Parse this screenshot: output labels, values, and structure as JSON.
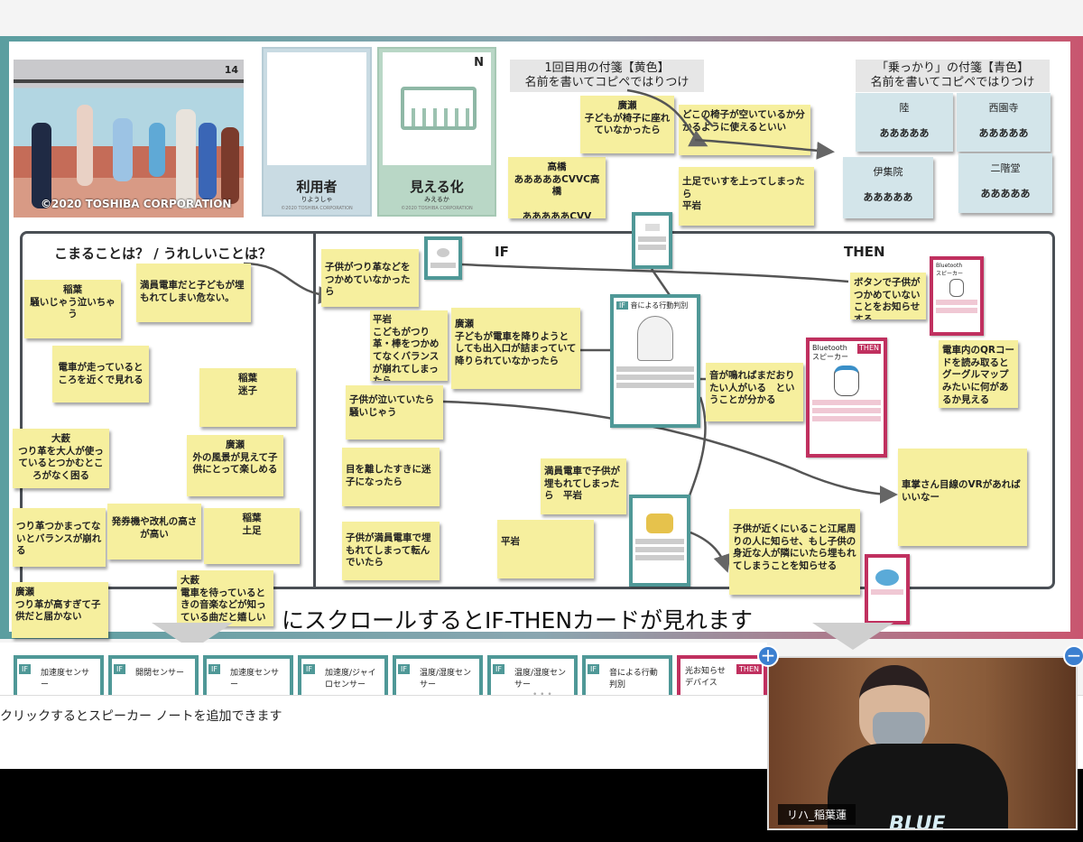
{
  "slide": {
    "train_image": {
      "number": "14",
      "copyright": "©2020 TOSHIBA CORPORATION"
    },
    "cards_top": [
      {
        "title": "利用者",
        "reading": "りようしゃ",
        "copyright": "©2020 TOSHIBA CORPORATION"
      },
      {
        "title": "見える化",
        "reading": "みえるか",
        "corner": "N",
        "copyright": "©2020 TOSHIBA CORPORATION"
      }
    ],
    "header_yellow": "1回目用の付箋【黄色】\n名前を書いてコピペではりつけ",
    "header_blue": "「乗っかり」の付箋【青色】\n名前を書いてコピペではりつけ",
    "top_notes": [
      {
        "text": "高橋\nあああああCVVC高橋\n\nあああああCVV"
      },
      {
        "text": "廣瀬\n子どもが椅子に座れていなかったら"
      },
      {
        "text": "どこの椅子が空いているか分かるように使えるといい"
      },
      {
        "text": "土足でいすを上ってしまったら\n平岩"
      }
    ],
    "blue_notes": [
      {
        "name": "陸",
        "text": "あああああ"
      },
      {
        "name": "西園寺",
        "text": "あああああ"
      },
      {
        "name": "伊集院",
        "text": "あああああ"
      },
      {
        "name": "二階堂",
        "text": "あああああ"
      }
    ],
    "board": {
      "left_heading": "こまることは？ / うれしいことは？",
      "if_heading": "IF",
      "then_heading": "THEN",
      "left_notes": [
        "稲葉\n騒いじゃう泣いちゃう",
        "満員電車だと子どもが埋もれてしまい危ない。",
        "電車が走っているところを近くで見れる",
        "稲葉\n迷子",
        "大薮\nつり革を大人が使っているとつかむところがなく困る",
        "廣瀬\n外の風景が見えて子供にとって楽しめる",
        "つり革つかまってないとバランスが崩れる",
        "発券機や改札の高さが高い",
        "稲葉\n土足",
        "廣瀬\nつり革が高すぎて子供だと届かない",
        "大薮\n電車を待っているときの音楽などが知っている曲だと嬉しい"
      ],
      "if_notes": [
        "子供がつり革などをつかめていなかったら",
        "平岩\nこどもがつり革・棒をつかめてなくバランスが崩れてしまったら",
        "廣瀬\n子どもが電車を降りようとしても出入口が詰まっていて降りられていなかったら",
        "子供が泣いていたら騒いじゃう",
        "目を離したすきに迷子になったら",
        "子供が満員電車で埋もれてしまって転んでいたら",
        "満員電車で子供が埋もれてしまったら　平岩",
        "平岩"
      ],
      "then_notes": [
        "ボタンで子供がつかめていないことをお知らせする",
        "音が鳴ればまだおりたい人がいる　ということが分かる",
        "電車内のQRコードを読み取るとグーグルマップみたいに何があるか見える",
        "車掌さん目線のVRがあればいいなー",
        "子供が近くにいること江尾周りの人に知らせ、もし子供の身近な人が隣にいたら埋もれてしまうことを知らせる"
      ],
      "if_card_main": {
        "tag": "IF",
        "title": "音による行動判別"
      },
      "then_card_main": {
        "tag": "THEN",
        "title": "Bluetooth\nスピーカー"
      },
      "then_card_small": {
        "tag": "THEN",
        "title": "Bluetooth\nスピーカー"
      }
    },
    "scroll_caption": "にスクロールするとIF-THENカードが見れます"
  },
  "thumbnails": [
    {
      "tag": "IF",
      "label": "加速度センサー"
    },
    {
      "tag": "IF",
      "label": "開閉センサー"
    },
    {
      "tag": "IF",
      "label": "加速度センサー"
    },
    {
      "tag": "IF",
      "label": "加速度/ジャイロセンサー"
    },
    {
      "tag": "IF",
      "label": "温度/湿度センサー"
    },
    {
      "tag": "IF",
      "label": "温度/湿度センサー"
    },
    {
      "tag": "IF",
      "label": "音による行動判別"
    },
    {
      "tag": "THEN",
      "label": "光お知らせデバイス"
    }
  ],
  "speaker_notes_placeholder": "クリックするとスピーカー ノートを追加できます",
  "video": {
    "participant_name": "リハ_稲葉蓮",
    "shirt_text": "BLUE"
  },
  "colors": {
    "if": "#4f9897",
    "then": "#c0305f",
    "yellow_note": "#f6ef9e",
    "blue_note": "#d3e5ea"
  }
}
